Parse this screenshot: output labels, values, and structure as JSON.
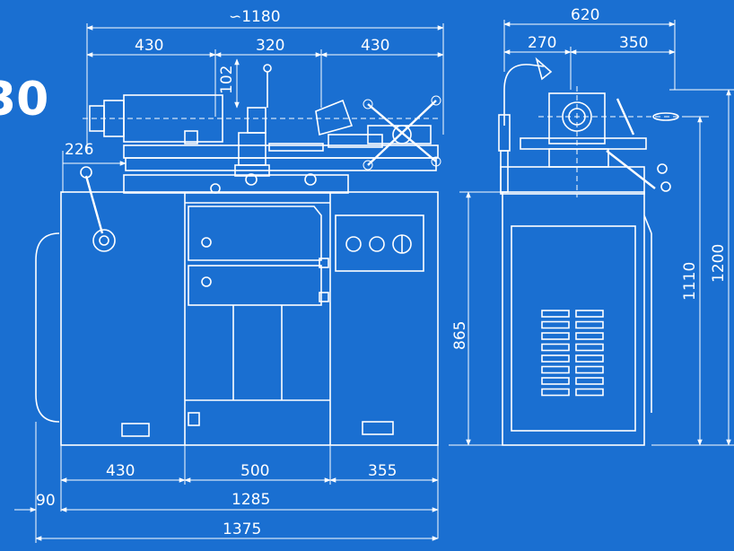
{
  "title_fragment": "30",
  "colors": {
    "background": "#1a6fd1",
    "ink": "#ffffff"
  },
  "front_view": {
    "dims_top": {
      "overall": "∽1180",
      "left": "430",
      "middle": "320",
      "right": "430",
      "tool_post": "102",
      "spindle_offset": "226"
    },
    "dims_bottom": {
      "left": "430",
      "middle": "500",
      "right": "355",
      "base": "1285",
      "total": "1375",
      "overhang": "90"
    }
  },
  "side_view": {
    "dims_top": {
      "overall": "620",
      "left": "270",
      "right": "350"
    },
    "dims_vertical": {
      "bed_height": "865",
      "spindle_height": "1110",
      "total_height": "1200"
    }
  }
}
